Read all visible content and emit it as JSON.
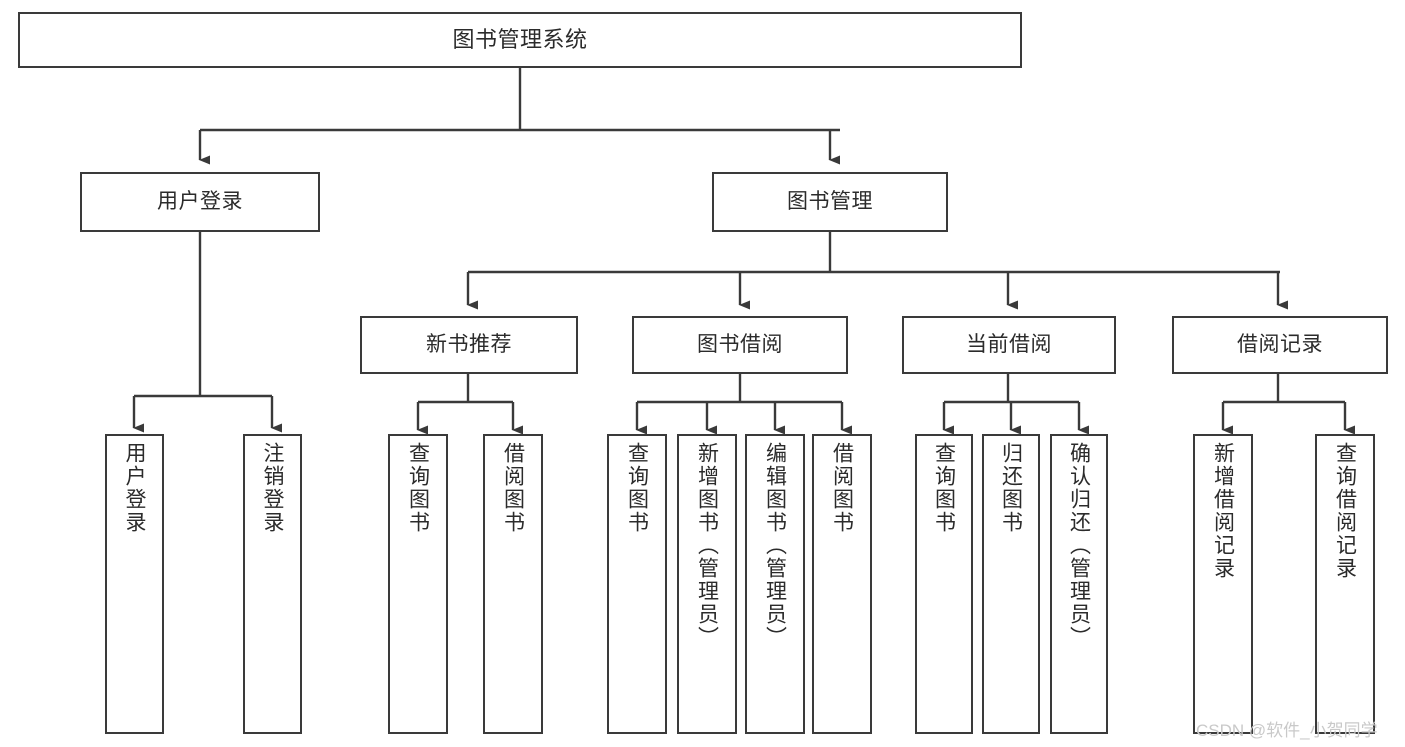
{
  "diagram": {
    "title": "图书管理系统",
    "type": "tree",
    "colors": {
      "stroke": "#3a3a3a",
      "fill": "#ffffff",
      "text": "#2b2b2b",
      "watermark": "#c9c9c9"
    },
    "root": {
      "label": "图书管理系统"
    },
    "level2": [
      {
        "label": "用户登录"
      },
      {
        "label": "图书管理"
      }
    ],
    "level3": [
      {
        "label": "新书推荐"
      },
      {
        "label": "图书借阅"
      },
      {
        "label": "当前借阅"
      },
      {
        "label": "借阅记录"
      }
    ],
    "leaves": {
      "user_login": [
        {
          "label": "用户登录"
        },
        {
          "label": "注销登录"
        }
      ],
      "new_book_recommend": [
        {
          "label": "查询图书"
        },
        {
          "label": "借阅图书"
        }
      ],
      "book_borrow": [
        {
          "label": "查询图书"
        },
        {
          "label": "新增图书（管理员）"
        },
        {
          "label": "编辑图书（管理员）"
        },
        {
          "label": "借阅图书"
        }
      ],
      "current_borrow": [
        {
          "label": "查询图书"
        },
        {
          "label": "归还图书"
        },
        {
          "label": "确认归还（管理员）"
        }
      ],
      "borrow_record": [
        {
          "label": "新增借阅记录"
        },
        {
          "label": "查询借阅记录"
        }
      ]
    }
  },
  "watermark": {
    "text": "CSDN @软件_小贺同学"
  }
}
